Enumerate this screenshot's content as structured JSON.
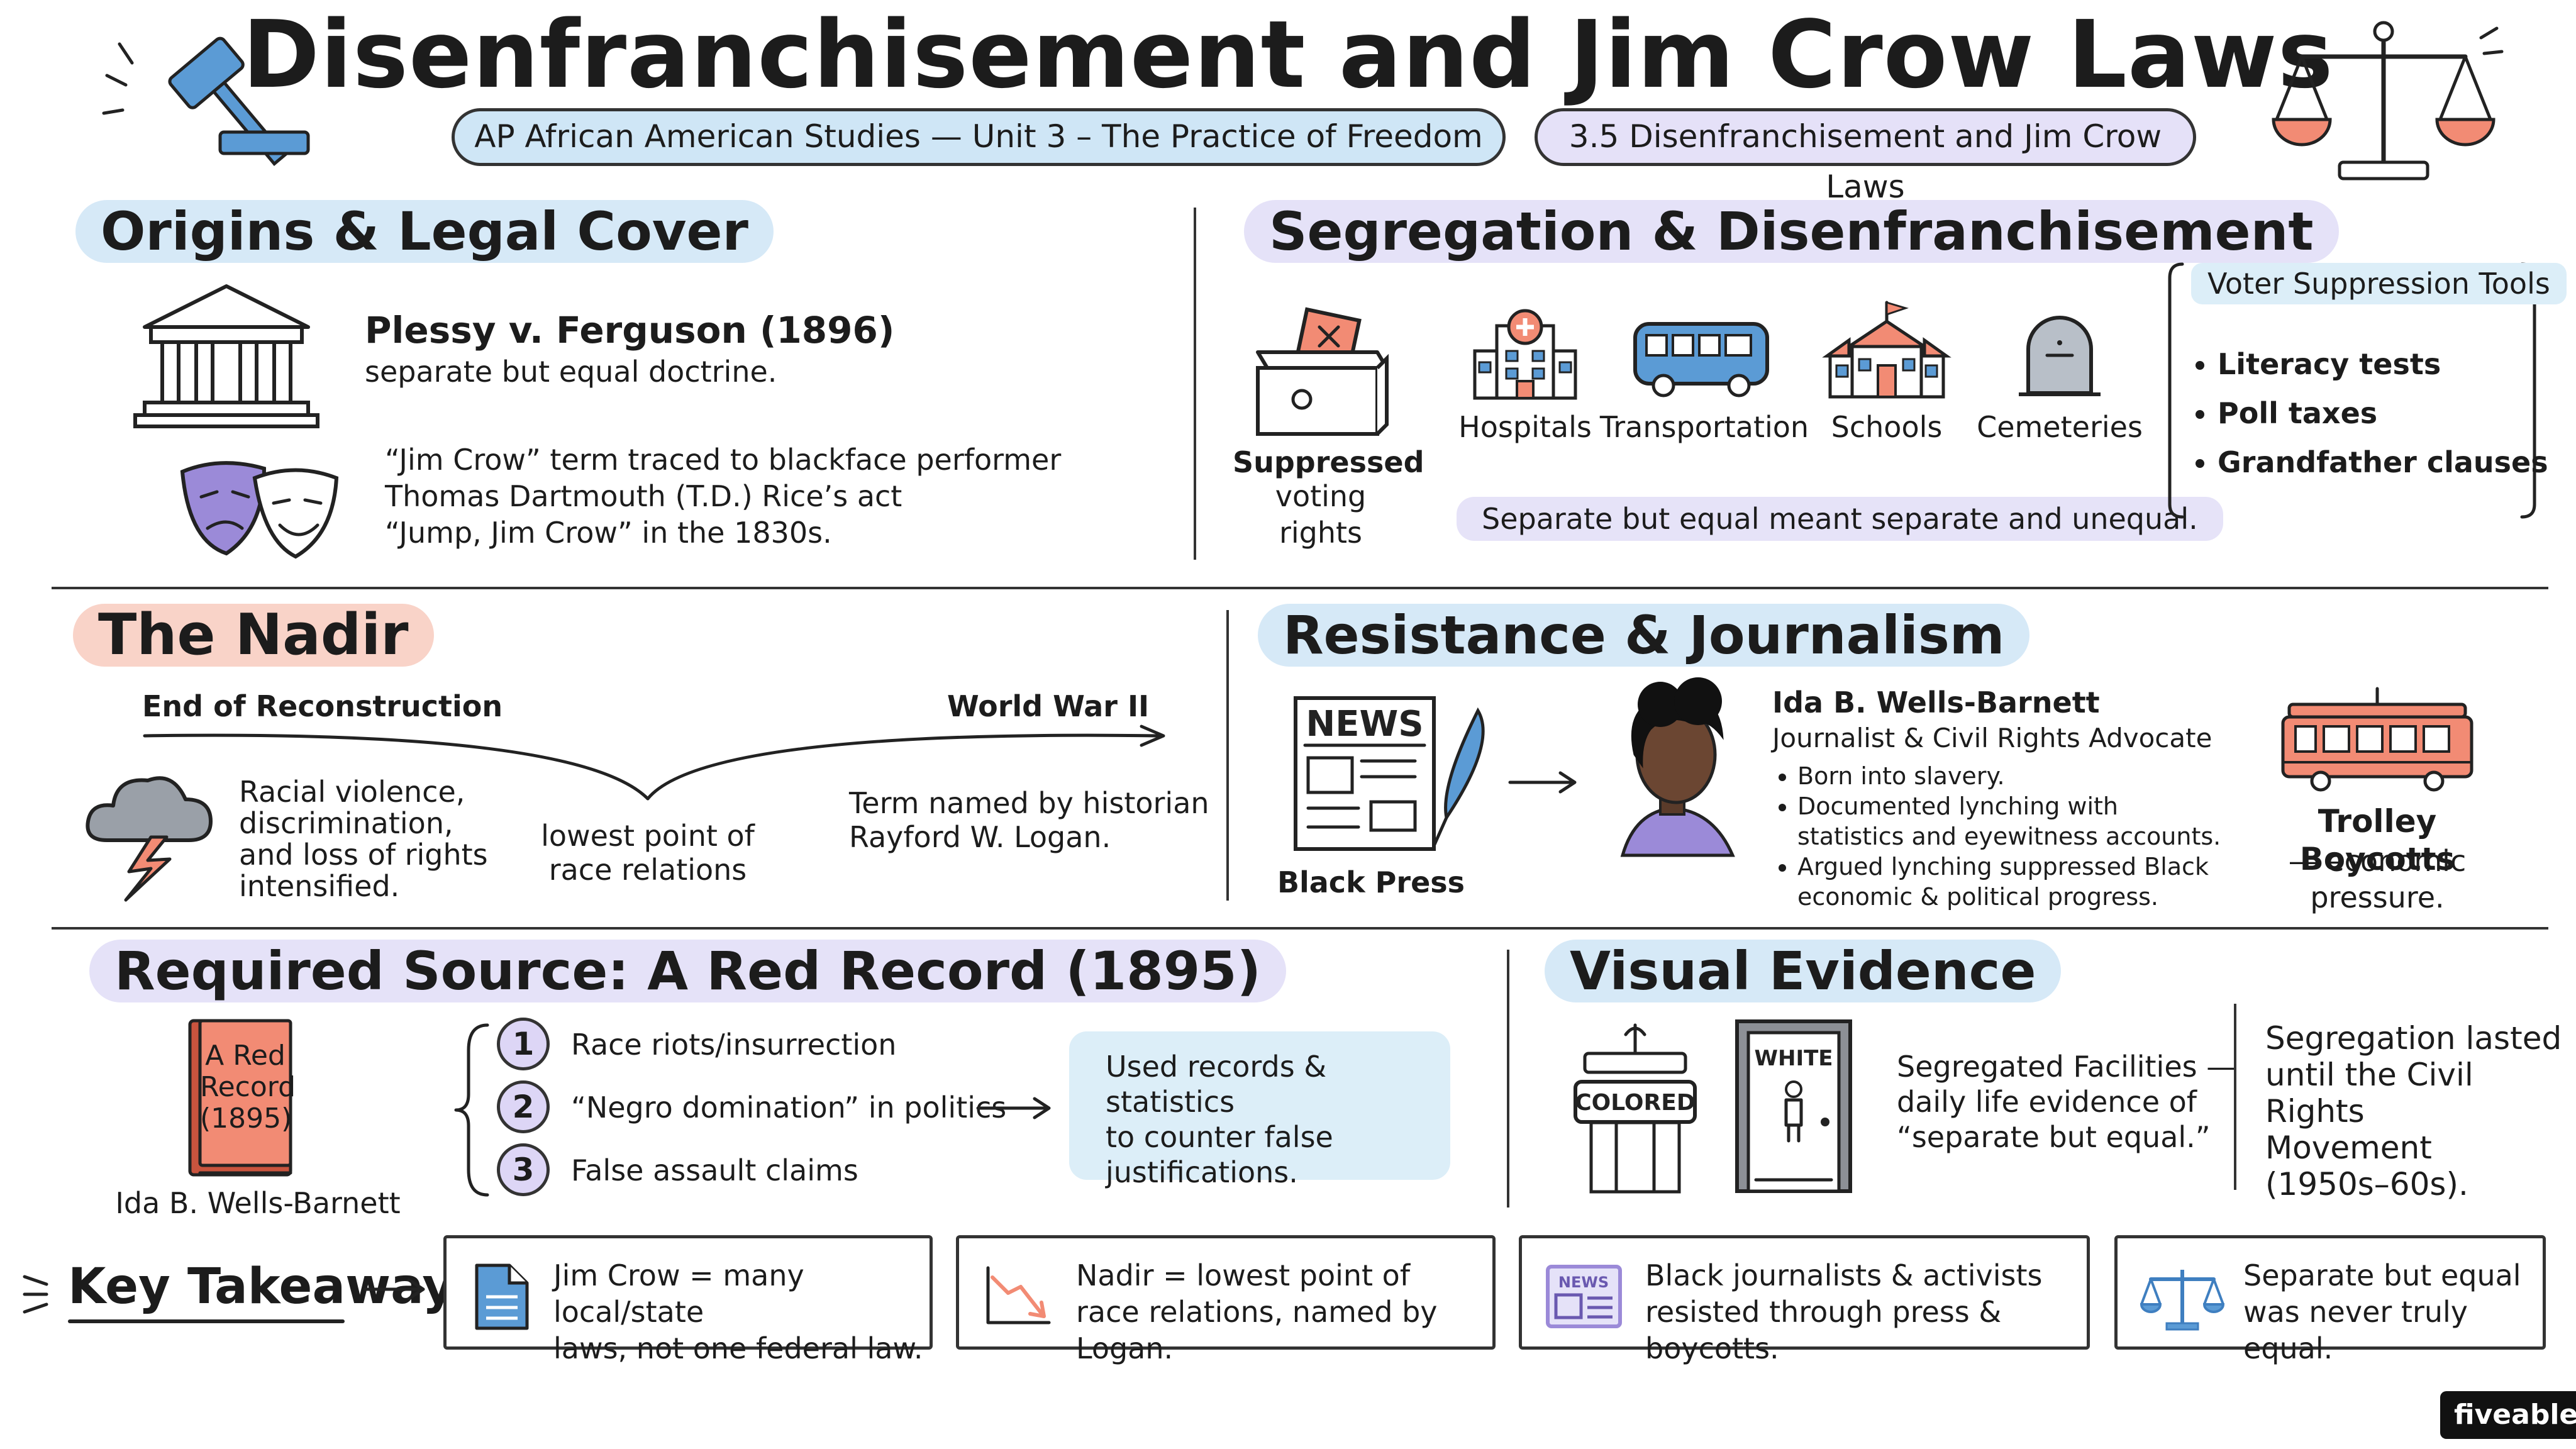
{
  "header": {
    "title": "Disenfranchisement and Jim Crow Laws",
    "course_pill": "AP African American Studies — Unit 3 – The Practice of Freedom",
    "topic_pill": "3.5 Disenfranchisement and Jim Crow Laws"
  },
  "origins": {
    "heading": "Origins & Legal Cover",
    "plessy_title": "Plessy v. Ferguson (1896)",
    "plessy_desc": "separate but equal doctrine.",
    "jimcrow_lines": [
      "“Jim Crow” term traced to blackface performer",
      "Thomas Dartmouth (T.D.) Rice’s act",
      "“Jump, Jim Crow” in the 1830s."
    ]
  },
  "segregation": {
    "heading": "Segregation & Disenfranchisement",
    "ballot_lines": [
      "Suppressed",
      "voting rights"
    ],
    "facilities": [
      "Hospitals",
      "Transportation",
      "Schools",
      "Cemeteries"
    ],
    "note": "Separate but equal meant separate and unequal.",
    "tools_title": "Voter Suppression Tools",
    "tools": [
      "Literacy tests",
      "Poll taxes",
      "Grandfather clauses"
    ]
  },
  "nadir": {
    "heading": "The Nadir",
    "start_label": "End of Reconstruction",
    "end_label": "World War II",
    "left_lines": [
      "Racial violence,",
      "discrimination,",
      "and loss of rights",
      "intensified."
    ],
    "center_lines": [
      "lowest point of",
      "race relations"
    ],
    "right_lines": [
      "Term named by historian",
      "Rayford W. Logan."
    ]
  },
  "resistance": {
    "heading": "Resistance & Journalism",
    "news_label": "NEWS",
    "press_label": "Black Press",
    "person_name": "Ida B. Wells-Barnett",
    "person_role": "Journalist & Civil Rights Advocate",
    "bullets": [
      [
        "Born into slavery."
      ],
      [
        "Documented lynching with",
        "statistics and eyewitness accounts."
      ],
      [
        "Argued lynching suppressed Black",
        "economic & political progress."
      ]
    ],
    "trolley_title": "Trolley Boycotts",
    "trolley_desc": "— economic pressure."
  },
  "source": {
    "heading": "Required Source: A Red Record (1895)",
    "book_lines": [
      "A Red",
      "Record",
      "(1895)"
    ],
    "author": "Ida B. Wells-Barnett",
    "items": [
      {
        "n": "1",
        "text": "Race riots/insurrection"
      },
      {
        "n": "2",
        "text": "“Negro domination” in politics"
      },
      {
        "n": "3",
        "text": "False assault claims"
      }
    ],
    "result_lines": [
      "Used records & statistics",
      "to counter false",
      "justifications."
    ]
  },
  "visual": {
    "heading": "Visual Evidence",
    "colored_sign": "COLORED",
    "white_sign": "WHITE",
    "caption_lines": [
      "Segregated Facilities —",
      "daily life evidence of",
      "“separate but equal.”"
    ],
    "lasted_lines": [
      "Segregation lasted",
      "until the Civil Rights",
      "Movement",
      "(1950s–60s)."
    ]
  },
  "takeaways": {
    "heading": "Key Takeaways",
    "cards": [
      {
        "icon": "document-icon",
        "lines": [
          "Jim Crow = many local/state",
          "laws, not one federal law."
        ]
      },
      {
        "icon": "declining-chart-icon",
        "lines": [
          "Nadir = lowest point of",
          "race relations, named by Logan."
        ]
      },
      {
        "icon": "newspaper-icon",
        "lines": [
          "Black journalists & activists",
          "resisted through press & boycotts."
        ]
      },
      {
        "icon": "scales-icon",
        "lines": [
          "Separate but equal",
          "was never truly equal."
        ]
      }
    ]
  },
  "brand": "fiveable",
  "colors": {
    "blue_highlight": "#d6e9f7",
    "purple_highlight": "#e5e2f8",
    "salmon_highlight": "#f9d3c8",
    "salmon": "#f28b74",
    "blue_icon": "#5b9bd5",
    "purple_icon": "#9b8ad8"
  }
}
